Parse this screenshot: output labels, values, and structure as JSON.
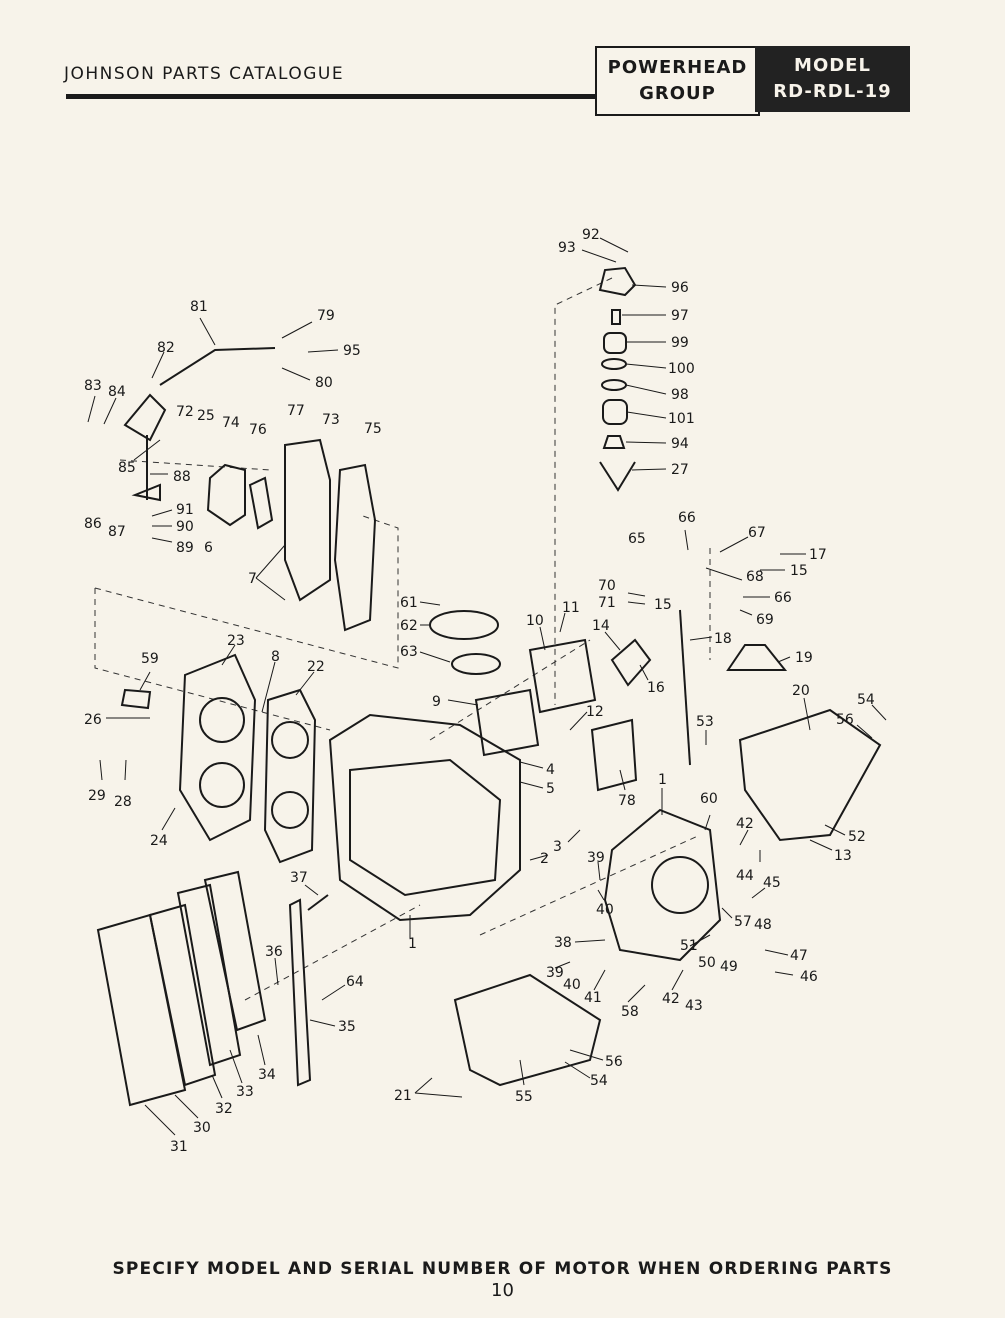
{
  "header": {
    "catalogue_title": "JOHNSON PARTS CATALOGUE",
    "group_line1": "POWERHEAD",
    "group_line2": "GROUP",
    "model_line1": "MODEL",
    "model_line2": "RD-RDL-19"
  },
  "footer": {
    "note": "SPECIFY MODEL AND SERIAL NUMBER OF MOTOR WHEN ORDERING PARTS",
    "page_number": "10"
  },
  "callouts": [
    {
      "id": "c92",
      "text": "92"
    },
    {
      "id": "c93",
      "text": "93"
    },
    {
      "id": "c96",
      "text": "96"
    },
    {
      "id": "c97",
      "text": "97"
    },
    {
      "id": "c99",
      "text": "99"
    },
    {
      "id": "c100",
      "text": "100"
    },
    {
      "id": "c98",
      "text": "98"
    },
    {
      "id": "c101",
      "text": "101"
    },
    {
      "id": "c94",
      "text": "94"
    },
    {
      "id": "c27",
      "text": "27"
    },
    {
      "id": "c81",
      "text": "81"
    },
    {
      "id": "c79",
      "text": "79"
    },
    {
      "id": "c95",
      "text": "95"
    },
    {
      "id": "c82",
      "text": "82"
    },
    {
      "id": "c80",
      "text": "80"
    },
    {
      "id": "c83",
      "text": "83"
    },
    {
      "id": "c84",
      "text": "84"
    },
    {
      "id": "c72",
      "text": "72"
    },
    {
      "id": "c25",
      "text": "25"
    },
    {
      "id": "c74",
      "text": "74"
    },
    {
      "id": "c76",
      "text": "76"
    },
    {
      "id": "c77",
      "text": "77"
    },
    {
      "id": "c73",
      "text": "73"
    },
    {
      "id": "c75",
      "text": "75"
    },
    {
      "id": "c85",
      "text": "85"
    },
    {
      "id": "c88",
      "text": "88"
    },
    {
      "id": "c86",
      "text": "86"
    },
    {
      "id": "c87",
      "text": "87"
    },
    {
      "id": "c91",
      "text": "91"
    },
    {
      "id": "c90",
      "text": "90"
    },
    {
      "id": "c89",
      "text": "89"
    },
    {
      "id": "c6",
      "text": "6"
    },
    {
      "id": "c7",
      "text": "7"
    },
    {
      "id": "c66a",
      "text": "66"
    },
    {
      "id": "c67",
      "text": "67"
    },
    {
      "id": "c65",
      "text": "65"
    },
    {
      "id": "c17",
      "text": "17"
    },
    {
      "id": "c68",
      "text": "68"
    },
    {
      "id": "c15a",
      "text": "15"
    },
    {
      "id": "c70",
      "text": "70"
    },
    {
      "id": "c71",
      "text": "71"
    },
    {
      "id": "c15b",
      "text": "15"
    },
    {
      "id": "c66b",
      "text": "66"
    },
    {
      "id": "c69",
      "text": "69"
    },
    {
      "id": "c61",
      "text": "61"
    },
    {
      "id": "c62",
      "text": "62"
    },
    {
      "id": "c63",
      "text": "63"
    },
    {
      "id": "c10",
      "text": "10"
    },
    {
      "id": "c11",
      "text": "11"
    },
    {
      "id": "c14",
      "text": "14"
    },
    {
      "id": "c18",
      "text": "18"
    },
    {
      "id": "c19",
      "text": "19"
    },
    {
      "id": "c16",
      "text": "16"
    },
    {
      "id": "c59",
      "text": "59"
    },
    {
      "id": "c23",
      "text": "23"
    },
    {
      "id": "c8",
      "text": "8"
    },
    {
      "id": "c22",
      "text": "22"
    },
    {
      "id": "c20",
      "text": "20"
    },
    {
      "id": "c54a",
      "text": "54"
    },
    {
      "id": "c56a",
      "text": "56"
    },
    {
      "id": "c9",
      "text": "9"
    },
    {
      "id": "c12",
      "text": "12"
    },
    {
      "id": "c53",
      "text": "53"
    },
    {
      "id": "c26",
      "text": "26"
    },
    {
      "id": "c4",
      "text": "4"
    },
    {
      "id": "c5",
      "text": "5"
    },
    {
      "id": "c29",
      "text": "29"
    },
    {
      "id": "c28",
      "text": "28"
    },
    {
      "id": "c78",
      "text": "78"
    },
    {
      "id": "c1a",
      "text": "1"
    },
    {
      "id": "c60",
      "text": "60"
    },
    {
      "id": "c42a",
      "text": "42"
    },
    {
      "id": "c52",
      "text": "52"
    },
    {
      "id": "c24",
      "text": "24"
    },
    {
      "id": "c13",
      "text": "13"
    },
    {
      "id": "c2",
      "text": "2"
    },
    {
      "id": "c3",
      "text": "3"
    },
    {
      "id": "c39a",
      "text": "39"
    },
    {
      "id": "c44",
      "text": "44"
    },
    {
      "id": "c45",
      "text": "45"
    },
    {
      "id": "c37",
      "text": "37"
    },
    {
      "id": "c40a",
      "text": "40"
    },
    {
      "id": "c57",
      "text": "57"
    },
    {
      "id": "c48",
      "text": "48"
    },
    {
      "id": "c1b",
      "text": "1"
    },
    {
      "id": "c38",
      "text": "38"
    },
    {
      "id": "c51",
      "text": "51"
    },
    {
      "id": "c36",
      "text": "36"
    },
    {
      "id": "c47",
      "text": "47"
    },
    {
      "id": "c50",
      "text": "50"
    },
    {
      "id": "c49",
      "text": "49"
    },
    {
      "id": "c39b",
      "text": "39"
    },
    {
      "id": "c40b",
      "text": "40"
    },
    {
      "id": "c46",
      "text": "46"
    },
    {
      "id": "c64",
      "text": "64"
    },
    {
      "id": "c41",
      "text": "41"
    },
    {
      "id": "c42b",
      "text": "42"
    },
    {
      "id": "c43",
      "text": "43"
    },
    {
      "id": "c58",
      "text": "58"
    },
    {
      "id": "c35",
      "text": "35"
    },
    {
      "id": "c56b",
      "text": "56"
    },
    {
      "id": "c54b",
      "text": "54"
    },
    {
      "id": "c34",
      "text": "34"
    },
    {
      "id": "c33",
      "text": "33"
    },
    {
      "id": "c21",
      "text": "21"
    },
    {
      "id": "c55",
      "text": "55"
    },
    {
      "id": "c32",
      "text": "32"
    },
    {
      "id": "c30",
      "text": "30"
    },
    {
      "id": "c31",
      "text": "31"
    }
  ]
}
